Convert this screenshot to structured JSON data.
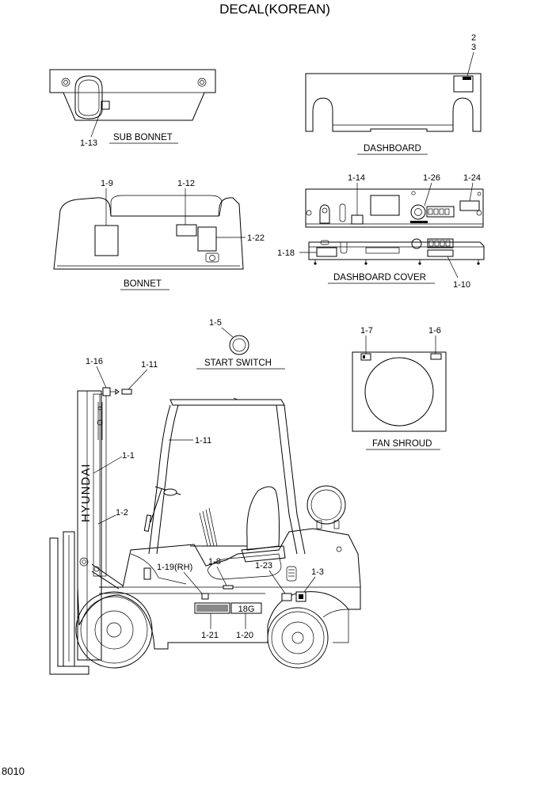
{
  "title": "DECAL(KOREAN)",
  "page_code": "8010",
  "assemblies": {
    "sub_bonnet": "SUB BONNET",
    "dashboard": "DASHBOARD",
    "bonnet": "BONNET",
    "dashboard_cover": "DASHBOARD COVER",
    "start_switch": "START SWITCH",
    "fan_shroud": "FAN SHROUD"
  },
  "decal_text": {
    "mast_brand": "HYUNDAI",
    "model": "18G"
  },
  "callouts": {
    "c_2": "2",
    "c_3": "3",
    "c_1_13": "1-13",
    "c_1_9": "1-9",
    "c_1_12": "1-12",
    "c_1_22": "1-22",
    "c_1_14": "1-14",
    "c_1_26": "1-26",
    "c_1_24": "1-24",
    "c_1_18": "1-18",
    "c_1_10": "1-10",
    "c_1_5": "1-5",
    "c_1_7": "1-7",
    "c_1_6": "1-6",
    "c_1_16": "1-16",
    "c_1_11_top": "1-11",
    "c_1_11_cab": "1-11",
    "c_1_1": "1-1",
    "c_1_2": "1-2",
    "c_1_19": "1-19(RH)",
    "c_1_8": "1-8",
    "c_1_23": "1-23",
    "c_1_3": "1-3",
    "c_1_21": "1-21",
    "c_1_20": "1-20"
  }
}
